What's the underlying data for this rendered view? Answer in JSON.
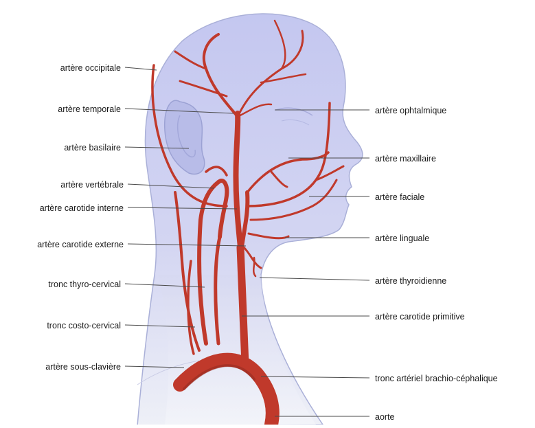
{
  "labels_left": [
    "artère occipitale",
    "artère temporale",
    "artère basilaire",
    "artère vertébrale",
    "artère carotide interne",
    "artère carotide externe",
    "tronc thyro-cervical",
    "tronc costo-cervical",
    "artère sous-clavière"
  ],
  "labels_right": [
    "artère ophtalmique",
    "artère maxillaire",
    "artère faciale",
    "artère linguale",
    "artère thyroidienne",
    "artère carotide primitive",
    "tronc artériel brachio-céphalique",
    "aorte"
  ],
  "colors": {
    "artery": "#c0392b",
    "artery_dark": "#8e2a20",
    "head_fill": "#c9cdf0",
    "head_stroke": "#9aa0d0",
    "leader": "#4a4a4a"
  }
}
